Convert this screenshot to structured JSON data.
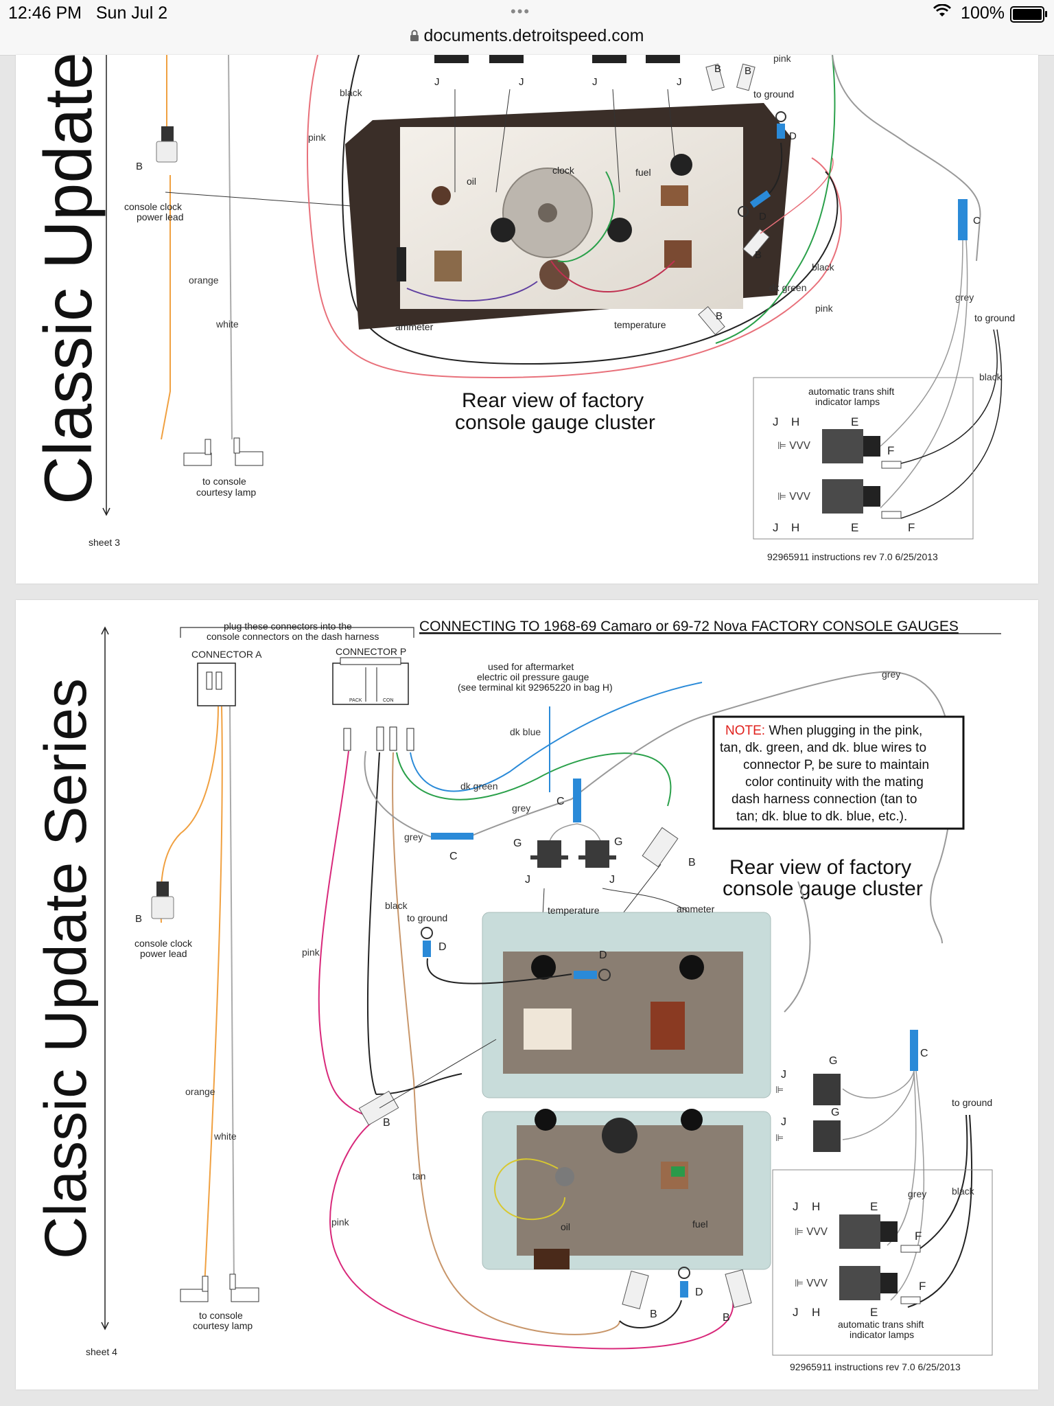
{
  "status_bar": {
    "time": "12:46 PM",
    "date": "Sun Jul 2",
    "battery": "100%",
    "dots": "•••"
  },
  "url_bar": {
    "domain": "documents.detroitspeed.com"
  },
  "sheet3": {
    "series_title": "Classic Update",
    "view_title_line1": "Rear view of factory",
    "view_title_line2": "console gauge cluster",
    "labels": {
      "black": "black",
      "pink": "pink",
      "pink2": "pink",
      "pink3": "pink",
      "oil": "oil",
      "clock": "clock",
      "fuel": "fuel",
      "ammeter": "ammeter",
      "temperature": "temperature",
      "dk_green": "dk green",
      "black2": "black",
      "grey": "grey",
      "black3": "black",
      "to_ground": "to ground",
      "to_ground2": "to ground",
      "orange": "orange",
      "white": "white",
      "console_clock_line1": "console clock",
      "console_clock_line2": "power lead",
      "courtesy_line1": "to console",
      "courtesy_line2": "courtesy lamp",
      "lamps_line1": "automatic trans shift",
      "lamps_line2": "indicator lamps",
      "B1": "B",
      "B2": "B",
      "B3": "B",
      "B4": "B",
      "B5": "B",
      "C": "C",
      "D1": "D",
      "D2": "D",
      "J1": "J",
      "J2": "J",
      "J3": "J",
      "J4": "J",
      "H1": "H",
      "H2": "H",
      "E1": "E",
      "E2": "E",
      "F1": "F",
      "F2": "F"
    },
    "sheet_number": "sheet 3",
    "footer": "92965911  instructions  rev 7.0 6/25/2013"
  },
  "sheet4": {
    "series_title": "Classic Update Series",
    "heading": "CONNECTING TO 1968-69 Camaro or 69-72 Nova FACTORY CONSOLE GAUGES",
    "plug_line1": "plug these connectors into the",
    "plug_line2": "console connectors on the dash harness",
    "connector_a": "CONNECTOR A",
    "connector_p": "CONNECTOR P",
    "pack": "PACK",
    "con": "CON",
    "aftermarket_line1": "used for aftermarket",
    "aftermarket_line2": "electric oil pressure gauge",
    "aftermarket_line3": "(see terminal kit 92965220 in bag H)",
    "note_label": "NOTE:",
    "note_line1": " When plugging in the pink,",
    "note_line2": "tan, dk. green, and dk. blue wires to",
    "note_line3": "connector P, be sure to maintain",
    "note_line4": "color continuity with the mating",
    "note_line5": "dash harness connection (tan to",
    "note_line6": "tan; dk. blue to dk. blue, etc.).",
    "view_title_line1": "Rear view of factory",
    "view_title_line2": "console gauge cluster",
    "labels": {
      "dk_blue": "dk blue",
      "dk_green": "dk green",
      "grey": "grey",
      "grey_top": "grey",
      "grey_c": "grey",
      "grey_lower": "grey",
      "black": "black",
      "black_lower": "black",
      "pink": "pink",
      "pink2": "pink",
      "tan": "tan",
      "orange": "orange",
      "white": "white",
      "to_ground": "to ground",
      "to_ground2": "to ground",
      "temperature": "temperature",
      "ammeter": "ammeter",
      "oil": "oil",
      "fuel": "fuel",
      "console_clock_line1": "console clock",
      "console_clock_line2": "power lead",
      "courtesy_line1": "to console",
      "courtesy_line2": "courtesy lamp",
      "lamps_line1": "automatic trans shift",
      "lamps_line2": "indicator lamps",
      "B1": "B",
      "B2": "B",
      "B3": "B",
      "B4": "B",
      "B5": "B",
      "C1": "C",
      "C2": "C",
      "C3": "C",
      "D1": "D",
      "D2": "D",
      "D3": "D",
      "G1": "G",
      "G2": "G",
      "G3": "G",
      "G4": "G",
      "J1": "J",
      "J2": "J",
      "J3": "J",
      "J4": "J",
      "J5": "J",
      "J6": "J",
      "H1": "H",
      "H2": "H",
      "E1": "E",
      "E2": "E",
      "F1": "F",
      "F2": "F"
    },
    "sheet_number": "sheet 4",
    "footer": "92965911  instructions  rev 7.0 6/25/2013"
  },
  "colors": {
    "orange_wire": "#f0a040",
    "pink_wire": "#e8707a",
    "magenta_wire": "#d8287a",
    "green_wire": "#2aa04a",
    "blue_wire": "#2a8ad8",
    "tan_wire": "#c8966a",
    "grey_wire": "#999999",
    "black_wire": "#222222",
    "connector_blue": "#2a8ad8",
    "note_red": "#e0201c"
  }
}
